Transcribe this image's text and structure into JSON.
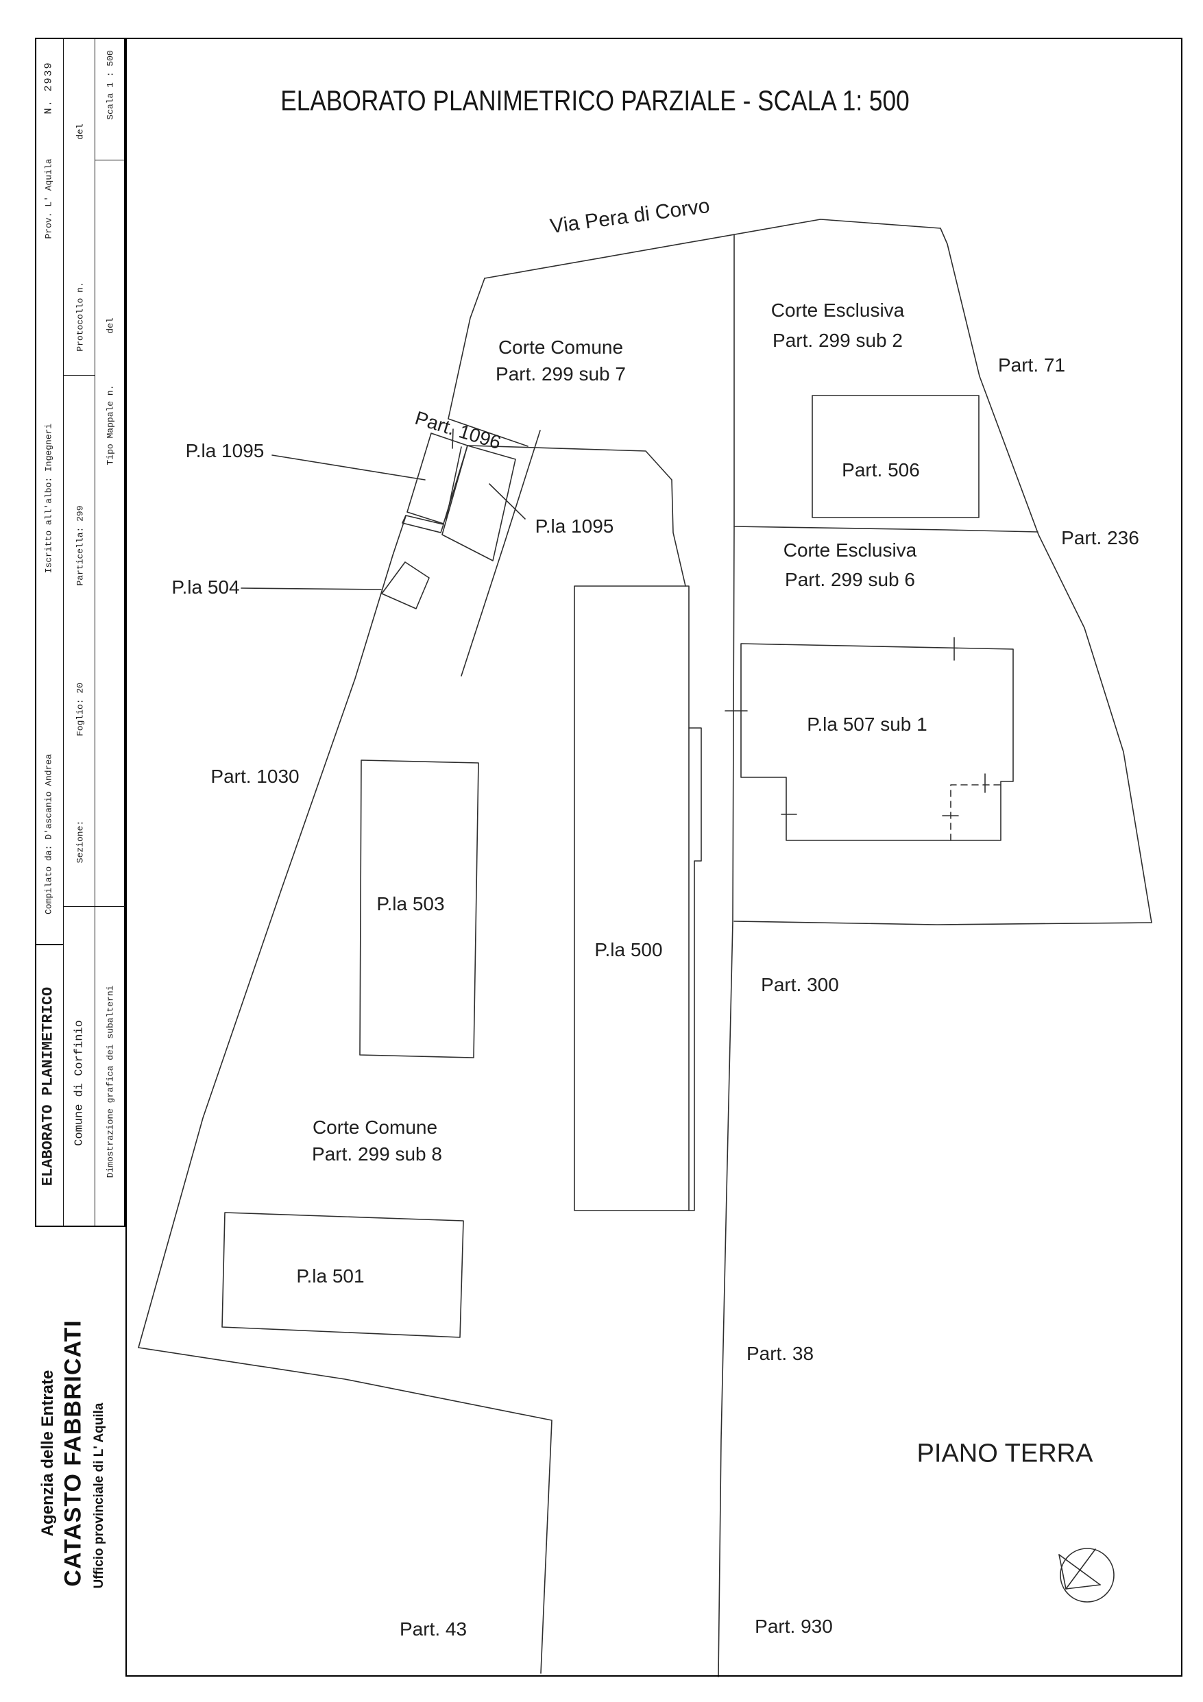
{
  "title": "ELABORATO PLANIMETRICO PARZIALE -  SCALA 1:  500",
  "header_form": {
    "row1": {
      "doc_type": "ELABORATO  PLANIMETRICO",
      "compiled_by": "Compilato da: D'ascanio Andrea",
      "registered": "Iscritto all'albo: Ingegneri",
      "province": "Prov. L' Aquila",
      "number": "N. 2939"
    },
    "row2": {
      "comune": "Comune di Corfinio",
      "sezione": "Sezione:",
      "foglio": "Foglio: 20",
      "particella": "Particella: 299",
      "protocollo": "Protocollo n.",
      "del": "del"
    },
    "row3": {
      "dimostrazione": "Dimostrazione grafica dei subalterni",
      "tipo_mappale": "Tipo Mappale n.",
      "del": "del",
      "scala": "Scala 1 : 500"
    }
  },
  "agency": {
    "line1": "Agenzia delle Entrate",
    "line2": "CATASTO FABBRICATI",
    "line3": "Ufficio provinciale di L' Aquila"
  },
  "plan": {
    "street": "Via Pera di Corvo",
    "floor_label": "PIANO TERRA",
    "labels": {
      "corte_comune_sub7": {
        "line1": "Corte Comune",
        "line2": "Part. 299 sub 7"
      },
      "corte_esclusiva_sub2": {
        "line1": "Corte Esclusiva",
        "line2": "Part. 299 sub 2"
      },
      "corte_esclusiva_sub6": {
        "line1": "Corte Esclusiva",
        "line2": "Part. 299 sub 6"
      },
      "corte_comune_sub8": {
        "line1": "Corte Comune",
        "line2": "Part. 299 sub 8"
      },
      "part_71": "Part. 71",
      "part_506": "Part. 506",
      "part_236": "Part. 236",
      "part_300": "Part. 300",
      "part_1030": "Part. 1030",
      "part_1096": "Part. 1096",
      "part_38": "Part. 38",
      "part_43": "Part. 43",
      "part_930": "Part. 930",
      "pla_503": "P.la 503",
      "pla_500": "P.la 500",
      "pla_501": "P.la 501",
      "pla_504": "P.la 504",
      "pla_507_sub1": "P.la 507 sub 1",
      "pla_1095_upper": "P.la 1095",
      "pla_1095_lower": "P.la 1095"
    }
  }
}
